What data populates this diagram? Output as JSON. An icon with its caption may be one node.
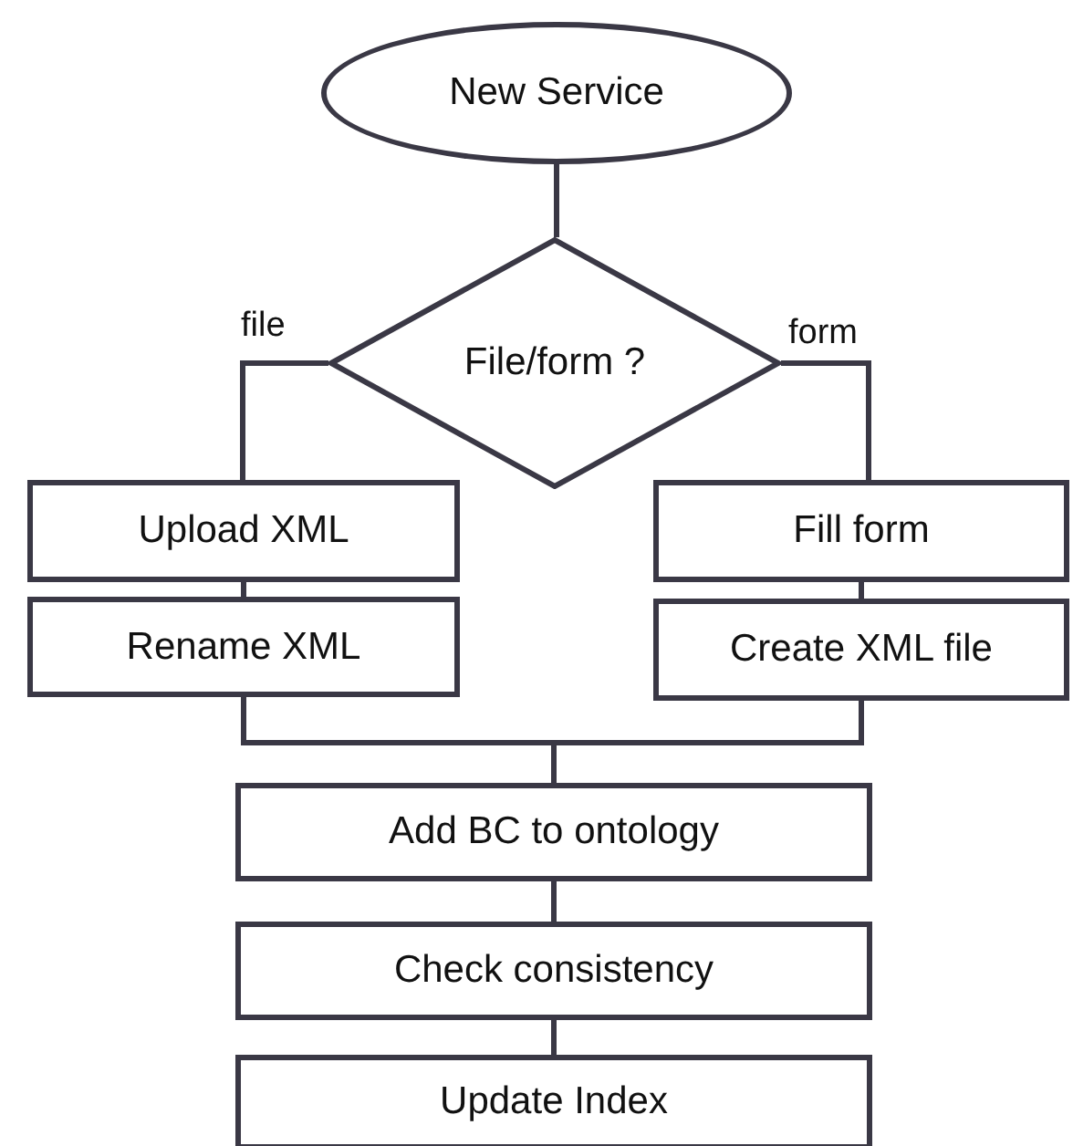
{
  "diagram": {
    "nodes": [
      {
        "text": [
          "New Service"
        ]
      },
      {
        "text": [
          "File/form ?"
        ]
      },
      {
        "text": [
          "Upload XML"
        ]
      },
      {
        "text": [
          "Fill form"
        ]
      },
      {
        "text": [
          "Rename XML"
        ]
      },
      {
        "text": [
          "Create XML file"
        ]
      },
      {
        "text": [
          "Add BC to ontology"
        ]
      },
      {
        "text": [
          "Check consistency"
        ]
      },
      {
        "text": [
          "Update Index"
        ]
      }
    ],
    "edges": [
      {
        "from": 0,
        "to": 1,
        "arrow": "none"
      },
      {
        "from": 1,
        "to": 2,
        "label": "file",
        "arrow": "none"
      },
      {
        "from": 1,
        "to": 3,
        "label": "form",
        "arrow": "none"
      },
      {
        "from": 2,
        "to": 4,
        "arrow": "none"
      },
      {
        "from": 3,
        "to": 5,
        "arrow": "none"
      },
      {
        "from": 4,
        "to": 6,
        "arrow": "none"
      },
      {
        "from": 5,
        "to": 6,
        "arrow": "none"
      },
      {
        "from": 6,
        "to": 7,
        "arrow": "none"
      },
      {
        "from": 7,
        "to": 8,
        "arrow": "none"
      }
    ]
  }
}
